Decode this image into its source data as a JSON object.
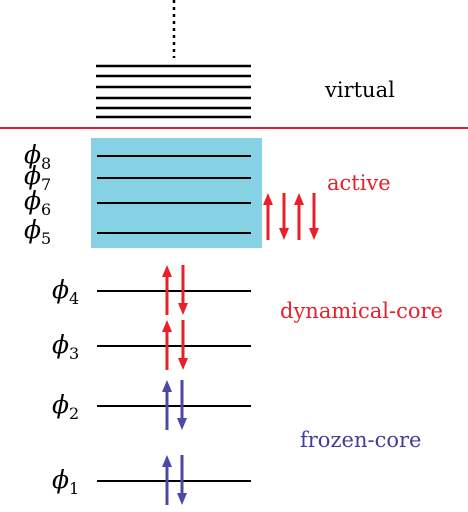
{
  "colors": {
    "level_line": "#000000",
    "divider": "#d9232d",
    "active_box": "#86d1e4",
    "red_spin": "#e8202a",
    "blue_spin": "#4b48a8",
    "label_red": "#e8202a",
    "label_blue": "#3f3f9a",
    "label_black": "#000000"
  },
  "labels": {
    "virtual": "virtual",
    "active": "active",
    "dynamical_core": "dynamical-core",
    "frozen_core": "frozen-core"
  },
  "orbitals": [
    {
      "symbol": "ϕ",
      "index": "8"
    },
    {
      "symbol": "ϕ",
      "index": "7"
    },
    {
      "symbol": "ϕ",
      "index": "6"
    },
    {
      "symbol": "ϕ",
      "index": "5"
    },
    {
      "symbol": "ϕ",
      "index": "4"
    },
    {
      "symbol": "ϕ",
      "index": "3"
    },
    {
      "symbol": "ϕ",
      "index": "2"
    },
    {
      "symbol": "ϕ",
      "index": "1"
    }
  ]
}
